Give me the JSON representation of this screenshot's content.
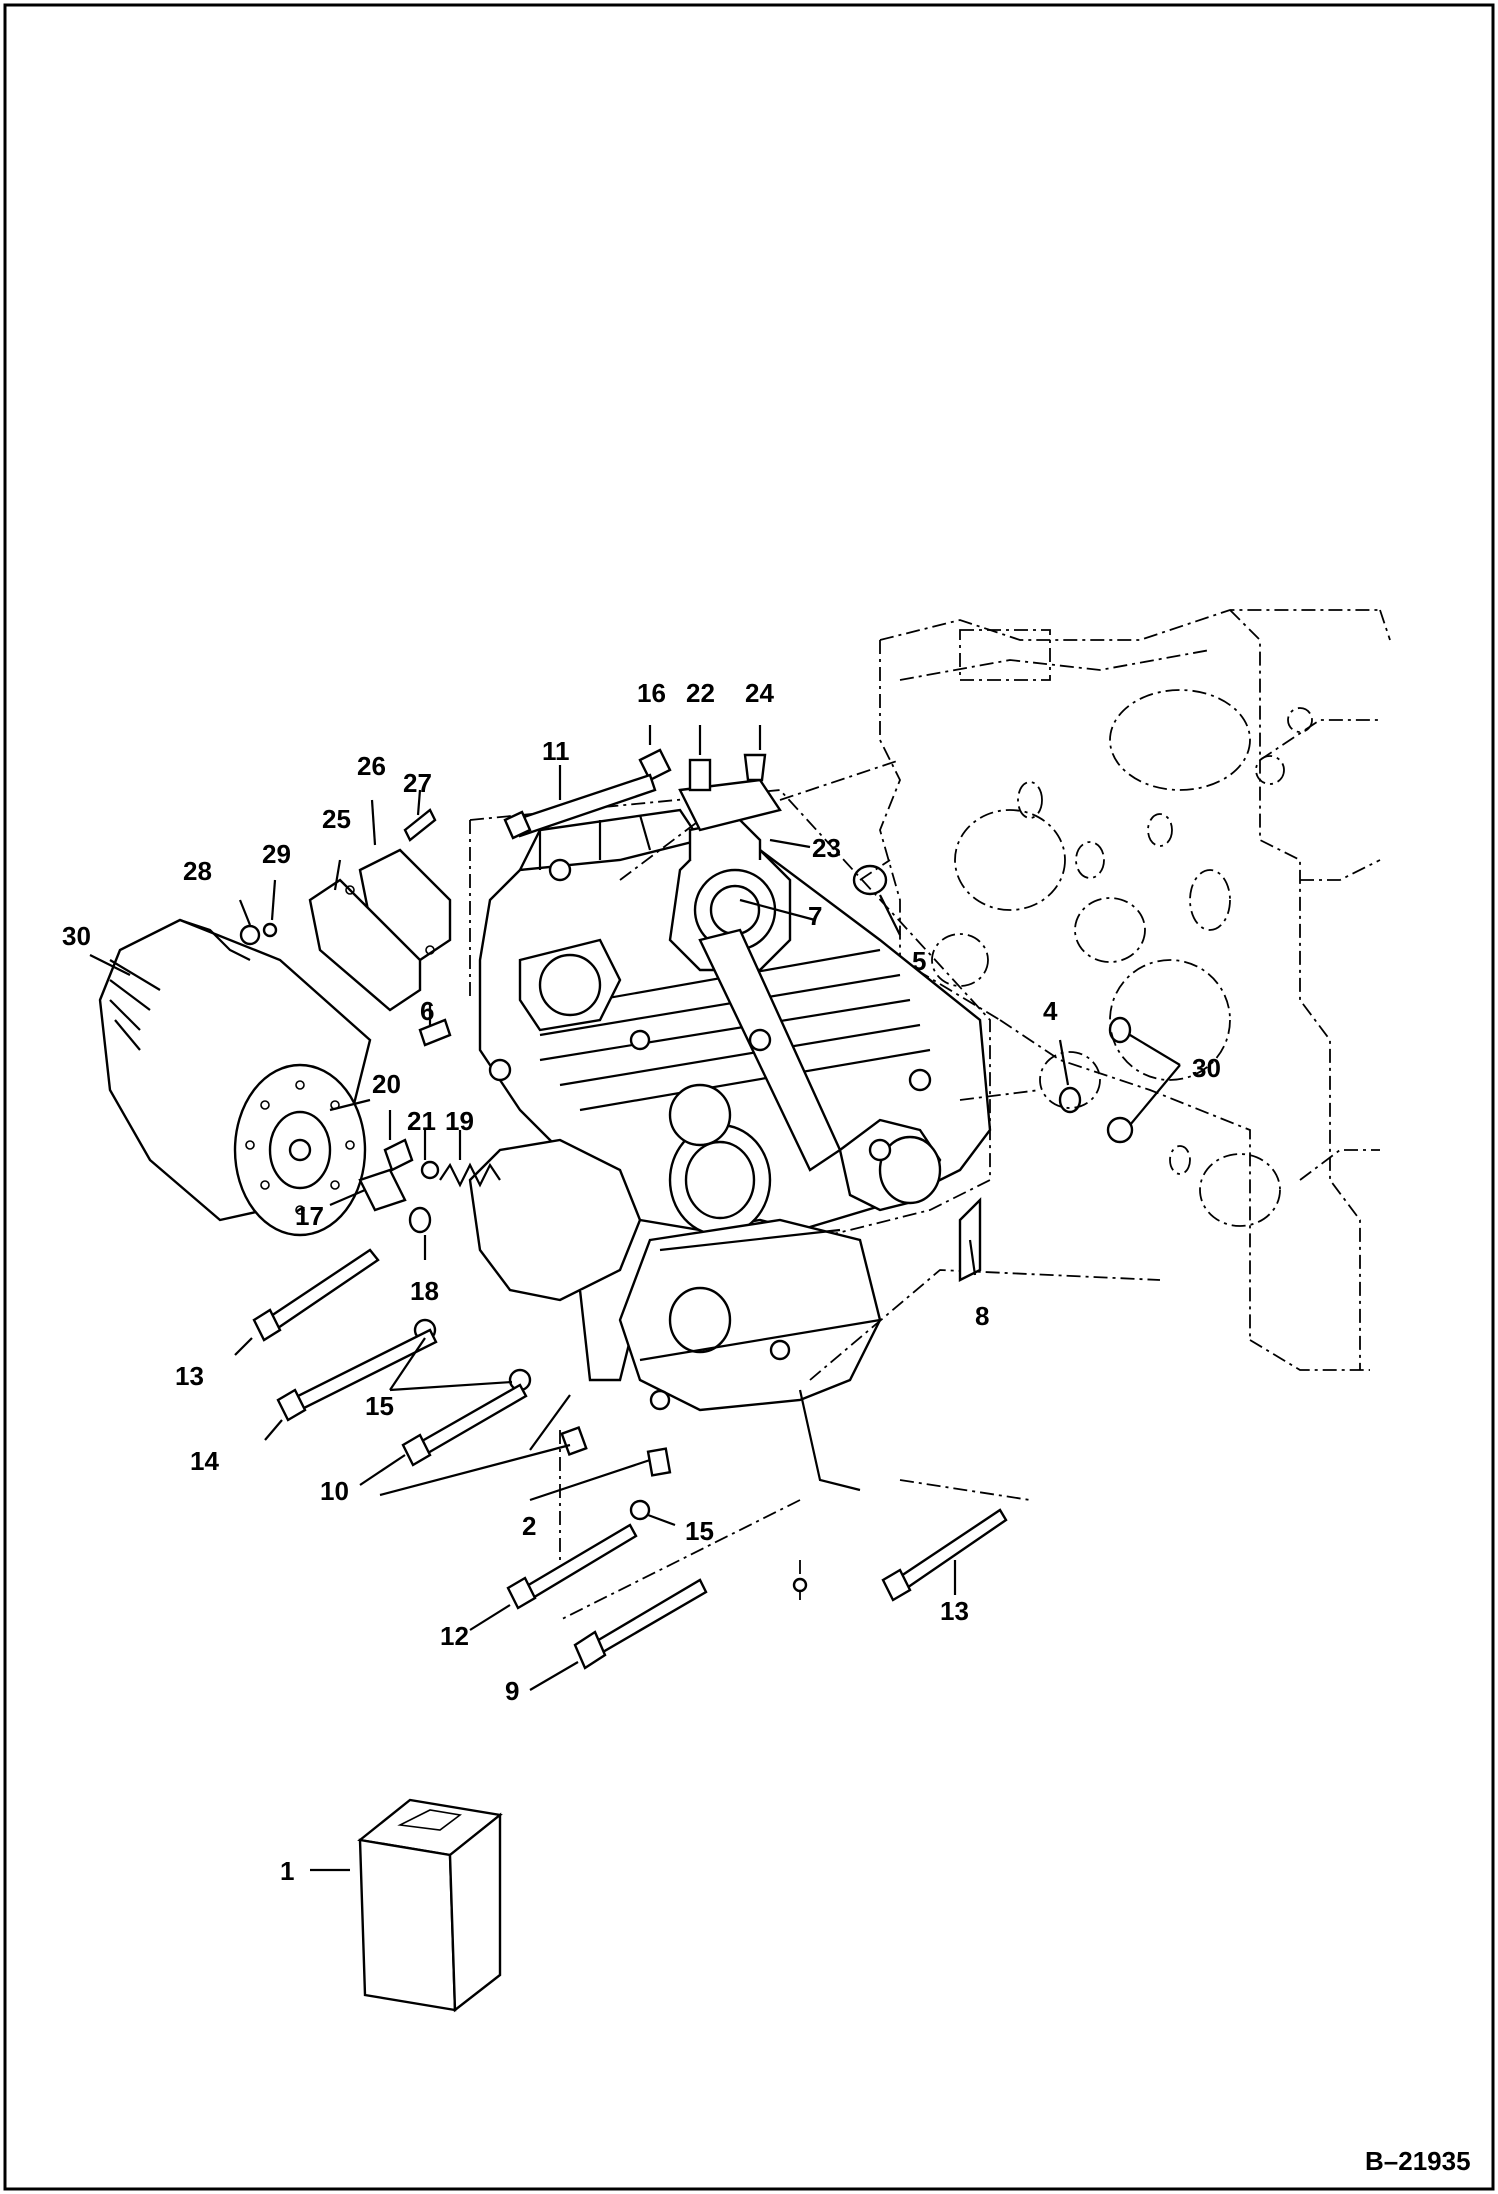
{
  "figure": {
    "id_label": "B–21935"
  },
  "callouts": {
    "c1": "1",
    "c2": "2",
    "c4": "4",
    "c5": "5",
    "c6": "6",
    "c7": "7",
    "c8": "8",
    "c9": "9",
    "c10": "10",
    "c11": "11",
    "c12": "12",
    "c13a": "13",
    "c13b": "13",
    "c14": "14",
    "c15a": "15",
    "c15b": "15",
    "c16": "16",
    "c17": "17",
    "c18": "18",
    "c19": "19",
    "c20": "20",
    "c21": "21",
    "c22": "22",
    "c23": "23",
    "c24": "24",
    "c25": "25",
    "c26": "26",
    "c27": "27",
    "c28": "28",
    "c29": "29",
    "c30a": "30",
    "c30b": "30"
  }
}
